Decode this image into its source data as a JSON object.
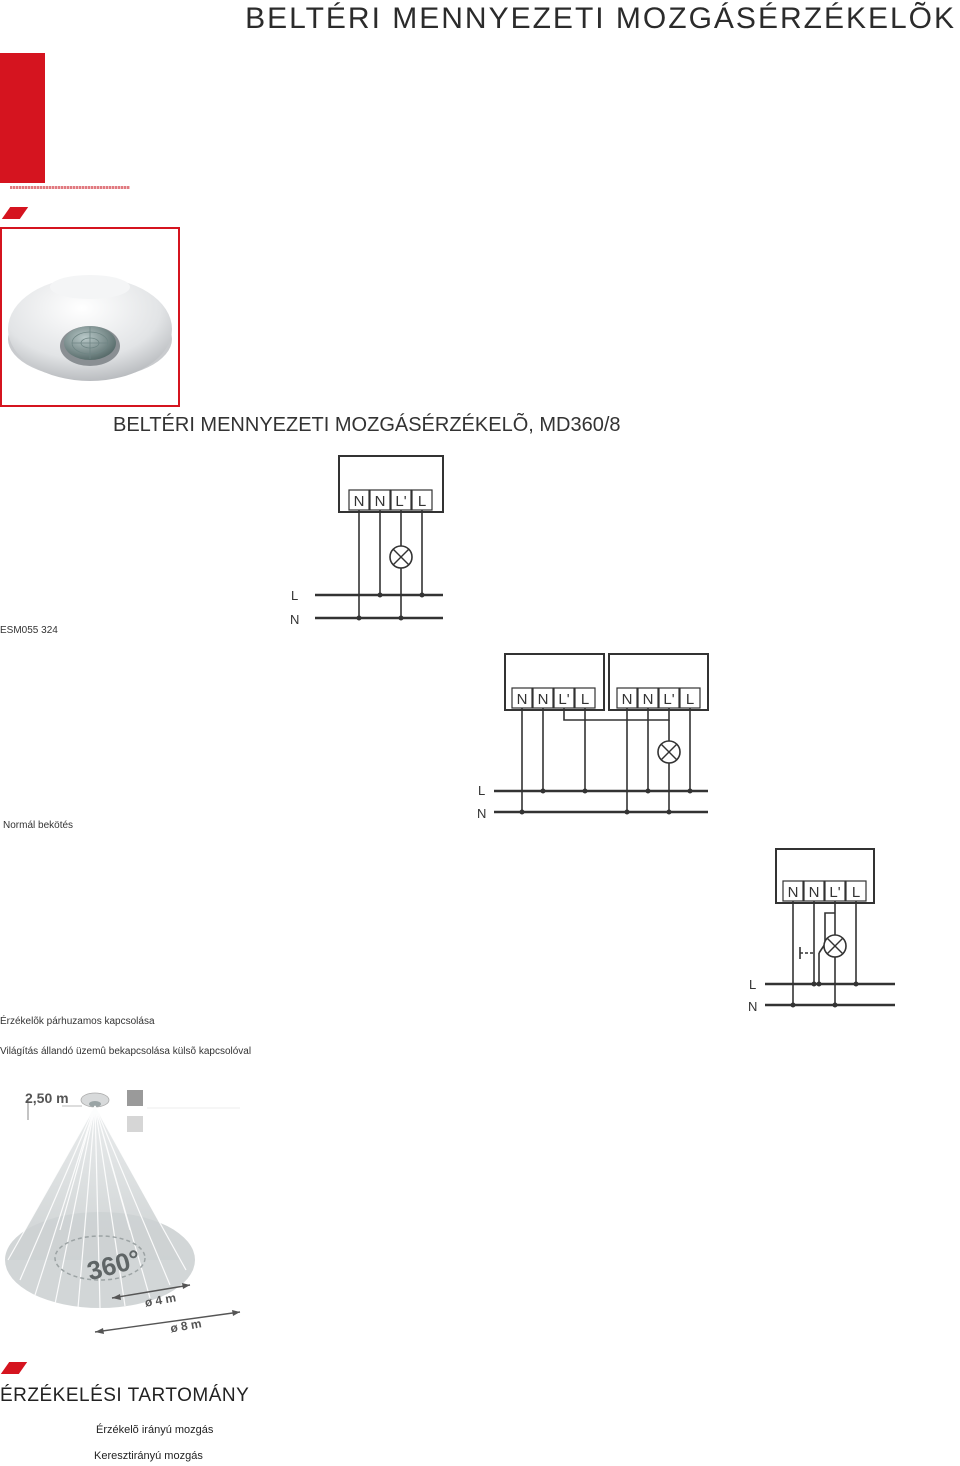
{
  "page": {
    "title": "BELTÉRI MENNYEZETI MOZGÁSÉRZÉKELÕK"
  },
  "product": {
    "title": "BELTÉRI MENNYEZETI MOZGÁSÉRZÉKELÕ, MD360/8",
    "code": "ESM055 324"
  },
  "captions": {
    "normal": "Normál bekötés",
    "parallel": "Érzékelõk párhuzamos kapcsolása",
    "external_switch": "Világítás állandó üzemû bekapcsolása külsõ kapcsolóval"
  },
  "wiring": {
    "terminals": [
      "N",
      "N",
      "L'",
      "L"
    ],
    "line_l": "L",
    "line_n": "N"
  },
  "range_figure": {
    "height": "2,50 m",
    "angle": "360°",
    "inner_diameter": "ø 4 m",
    "outer_diameter": "ø 8 m"
  },
  "detection": {
    "title": "ÉRZÉKELÉSI  TARTOMÁNY",
    "legend_1": "Érzékelõ irányú mozgás",
    "legend_2": "Keresztirányú mozgás",
    "color_1": "#9a9a9a",
    "color_2": "#d6d6d6"
  }
}
